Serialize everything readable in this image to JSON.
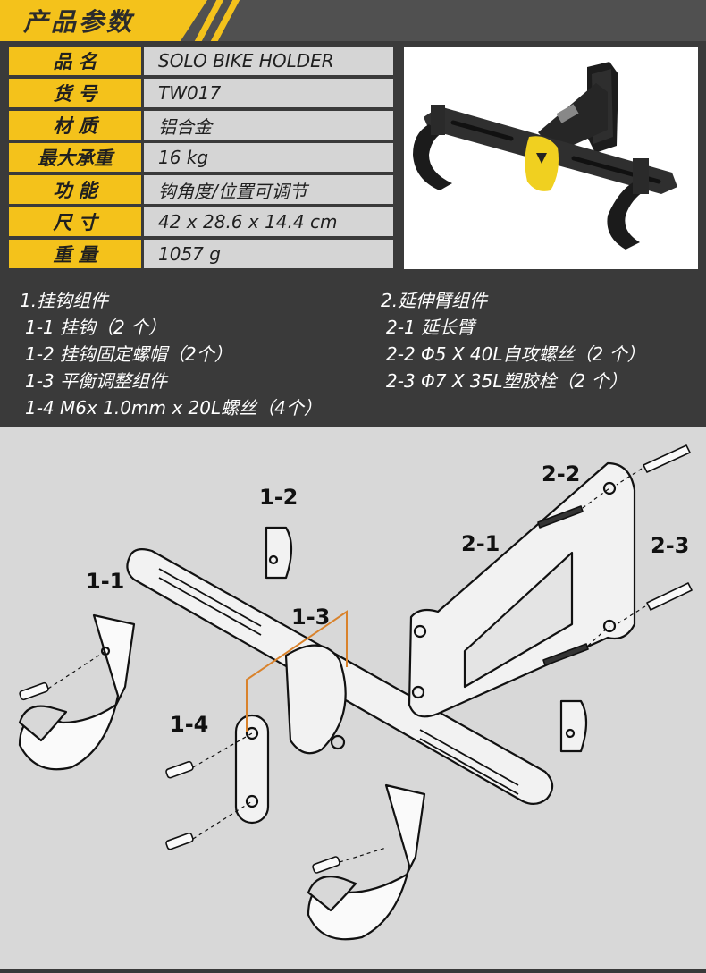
{
  "header": {
    "title": "产品参数"
  },
  "specs": [
    {
      "label": "品 名",
      "value": "SOLO BIKE HOLDER"
    },
    {
      "label": "货 号",
      "value": "TW017"
    },
    {
      "label": "材 质",
      "value": "铝合金"
    },
    {
      "label": "最大承重",
      "value": "16 kg"
    },
    {
      "label": "功 能",
      "value": "钩角度/位置可调节"
    },
    {
      "label": "尺 寸",
      "value": "42 x 28.6 x 14.4 cm"
    },
    {
      "label": "重 量",
      "value": "1057 g"
    }
  ],
  "parts": {
    "group1": {
      "title": "1.挂钩组件",
      "items": [
        "1-1 挂钩（2 个）",
        "1-2 挂钩固定螺帽（2个）",
        "1-3 平衡调整组件",
        "1-4 M6x 1.0mm x 20L螺丝（4个）"
      ]
    },
    "group2": {
      "title": "2.延伸臂组件",
      "items": [
        "2-1 延长臂",
        "2-2  Φ5 X 40L自攻螺丝（2 个）",
        "2-3  Φ7 X 35L塑胶栓（2 个）"
      ]
    }
  },
  "diagram": {
    "labels": {
      "l11": "1-1",
      "l12": "1-2",
      "l13": "1-3",
      "l14": "1-4",
      "l21": "2-1",
      "l22": "2-2",
      "l23": "2-3"
    },
    "leader_color": "#d9822b"
  },
  "colors": {
    "accent": "#f4c21b",
    "dark": "#3a3a3a",
    "value_bg": "#d5d5d5"
  }
}
